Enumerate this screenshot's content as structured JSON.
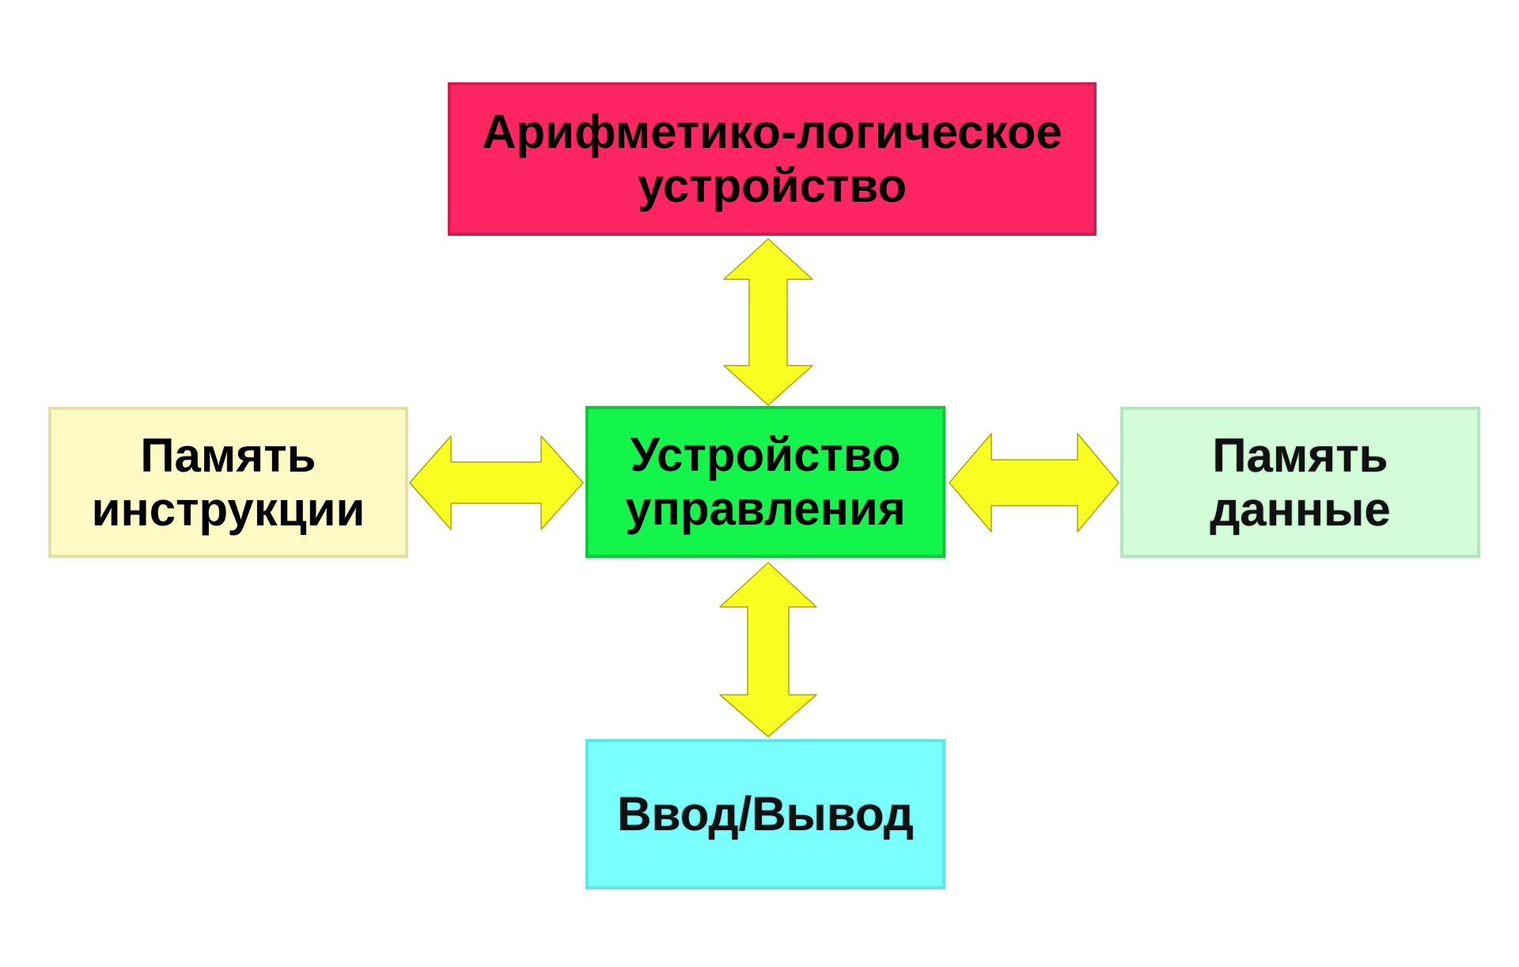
{
  "colors": {
    "background": "#ffffff",
    "arrow_fill": "#f8ff20",
    "arrow_stroke": "#a9a900"
  },
  "blocks": {
    "alu": {
      "label": "Арифметико-логическое\nустройство",
      "fill": "#ff2563",
      "border": "#d81b4f"
    },
    "control_unit": {
      "label": "Устройство\nуправления",
      "fill": "#14f54c",
      "border": "#0fc93c"
    },
    "instruction_memory": {
      "label": "Память\nинструкции",
      "fill": "#fff9c4",
      "border": "#e5dfa3"
    },
    "data_memory": {
      "label": "Память\nданные",
      "fill": "#d2fdd8",
      "border": "#b4e5bd"
    },
    "io": {
      "label": "Ввод/Вывод",
      "fill": "#7affff",
      "border": "#5ee7ea"
    }
  },
  "connections": [
    {
      "from": "control_unit",
      "to": "alu",
      "direction": "bidirectional"
    },
    {
      "from": "control_unit",
      "to": "instruction_memory",
      "direction": "bidirectional"
    },
    {
      "from": "control_unit",
      "to": "data_memory",
      "direction": "bidirectional"
    },
    {
      "from": "control_unit",
      "to": "io",
      "direction": "bidirectional"
    }
  ]
}
